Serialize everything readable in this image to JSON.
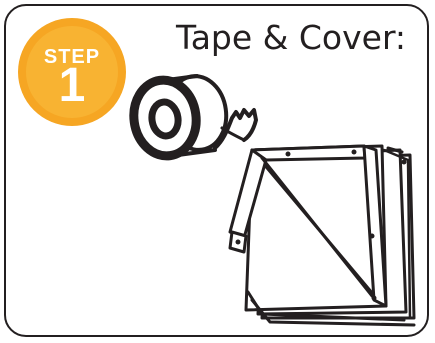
{
  "badge": {
    "step_word": "STEP",
    "step_number": "1",
    "color": "#f8b332"
  },
  "title": "Tape & Cover:",
  "colors": {
    "line": "#231f20",
    "background": "#ffffff"
  },
  "icons": [
    "tape-roll-icon",
    "folded-tarp-icon"
  ]
}
